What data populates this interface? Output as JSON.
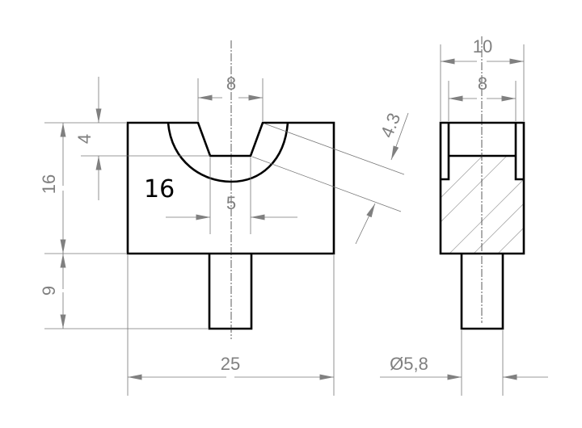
{
  "drawing": {
    "part_label": "16",
    "dimensions": {
      "groove_top_width": "8",
      "groove_depth": "4",
      "body_height": "16",
      "stem_length": "9",
      "body_width": "25",
      "groove_bottom_width": "5",
      "groove_slant": "4.3",
      "side_width": "10",
      "side_inner_width": "8",
      "stem_diameter": "Ø5,8"
    },
    "colors": {
      "outline": "#000000",
      "dimension": "#808080"
    }
  }
}
